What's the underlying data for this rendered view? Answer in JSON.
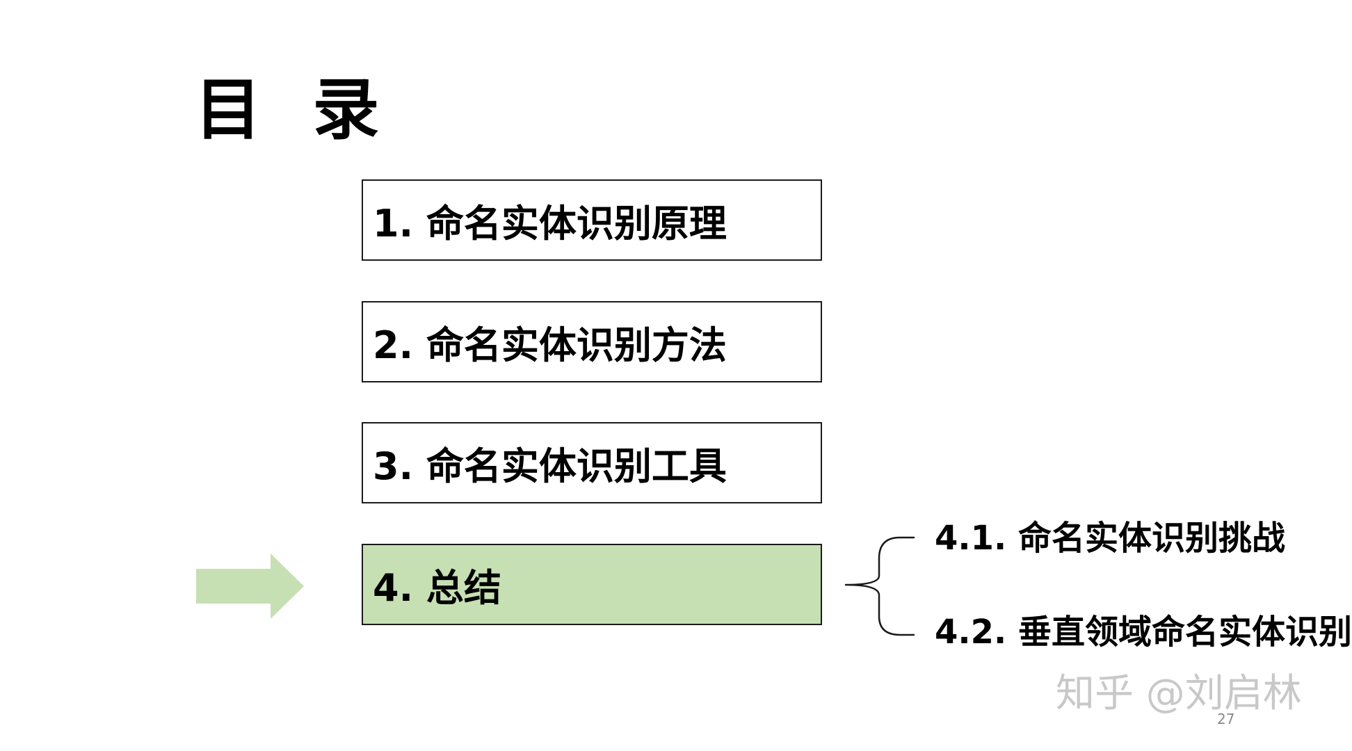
{
  "slide": {
    "title": "目 录",
    "items": [
      {
        "label": "1. 命名实体识别原理"
      },
      {
        "label": "2. 命名实体识别方法"
      },
      {
        "label": "3. 命名实体识别工具"
      },
      {
        "label": "4. 总结"
      }
    ],
    "active_index": 3,
    "sub_items": [
      {
        "label": "4.1. 命名实体识别挑战"
      },
      {
        "label": "4.2. 垂直领域命名实体识别"
      }
    ],
    "watermark": "知乎 @刘启林",
    "page_number": "27"
  },
  "colors": {
    "active_fill": "#c6e0b4",
    "arrow": "#c6e0b4",
    "border": "#1a1a1a"
  },
  "icons": {
    "arrow": "right-arrow-icon",
    "brace": "left-curly-brace-icon"
  }
}
